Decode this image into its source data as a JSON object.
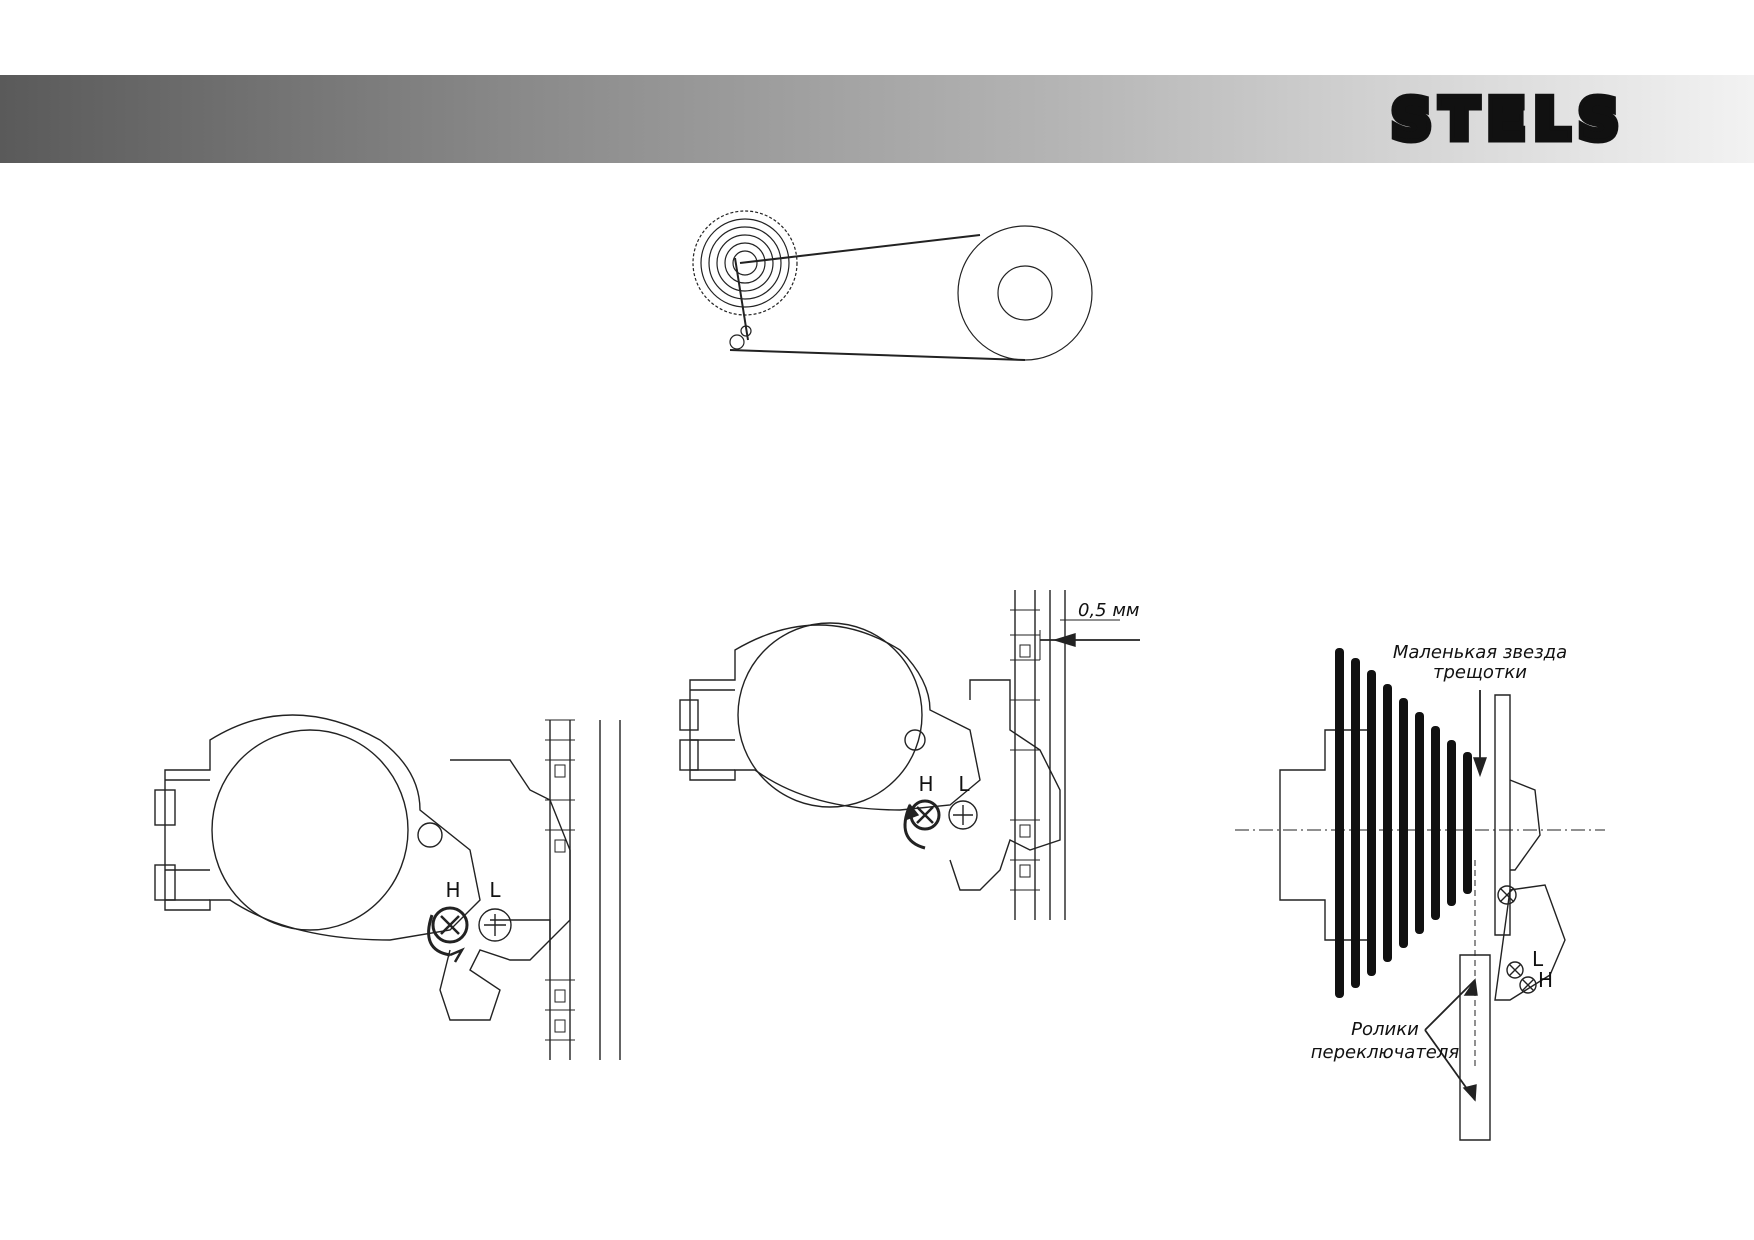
{
  "header": {
    "brand": "STELS"
  },
  "figures": {
    "chain_path": {},
    "front_left": {
      "h_label": "H",
      "l_label": "L"
    },
    "front_center": {
      "h_label": "H",
      "l_label": "L",
      "gap_label": "0,5 мм"
    },
    "rear_derailleur": {
      "sprocket_label_line1": "Маленькая звезда",
      "sprocket_label_line2": "трещотки",
      "pulleys_label_line1": "Ролики",
      "pulleys_label_line2": "переключателя",
      "l_label": "L",
      "h_label": "H"
    }
  },
  "colors": {
    "header_dark": "#5a5a5a",
    "header_light": "#f2f2f2",
    "ink": "#111111"
  }
}
